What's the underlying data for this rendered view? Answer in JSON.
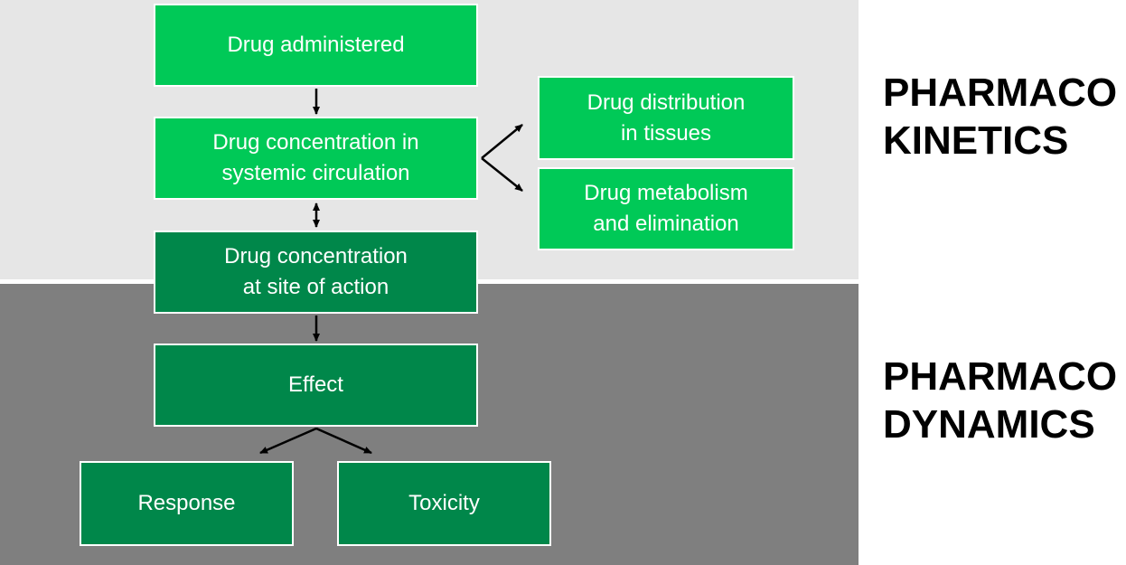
{
  "diagram": {
    "boxes": {
      "drug_administered": "Drug administered",
      "systemic_circulation": "Drug concentration in\nsystemic circulation",
      "distribution": "Drug distribution\nin tissues",
      "metabolism": "Drug metabolism\nand elimination",
      "site_of_action": "Drug concentration\nat site of action",
      "effect": "Effect",
      "response": "Response",
      "toxicity": "Toxicity"
    },
    "labels": {
      "pharmacokinetics": "PHARMACO\nKINETICS",
      "pharmacodynamics": "PHARMACO\nDYNAMICS"
    }
  },
  "colors": {
    "kinetics_box": "#00c957",
    "dynamics_box": "#00874a",
    "kinetics_band": "#e6e6e6",
    "dynamics_band": "#7f7f7f"
  }
}
